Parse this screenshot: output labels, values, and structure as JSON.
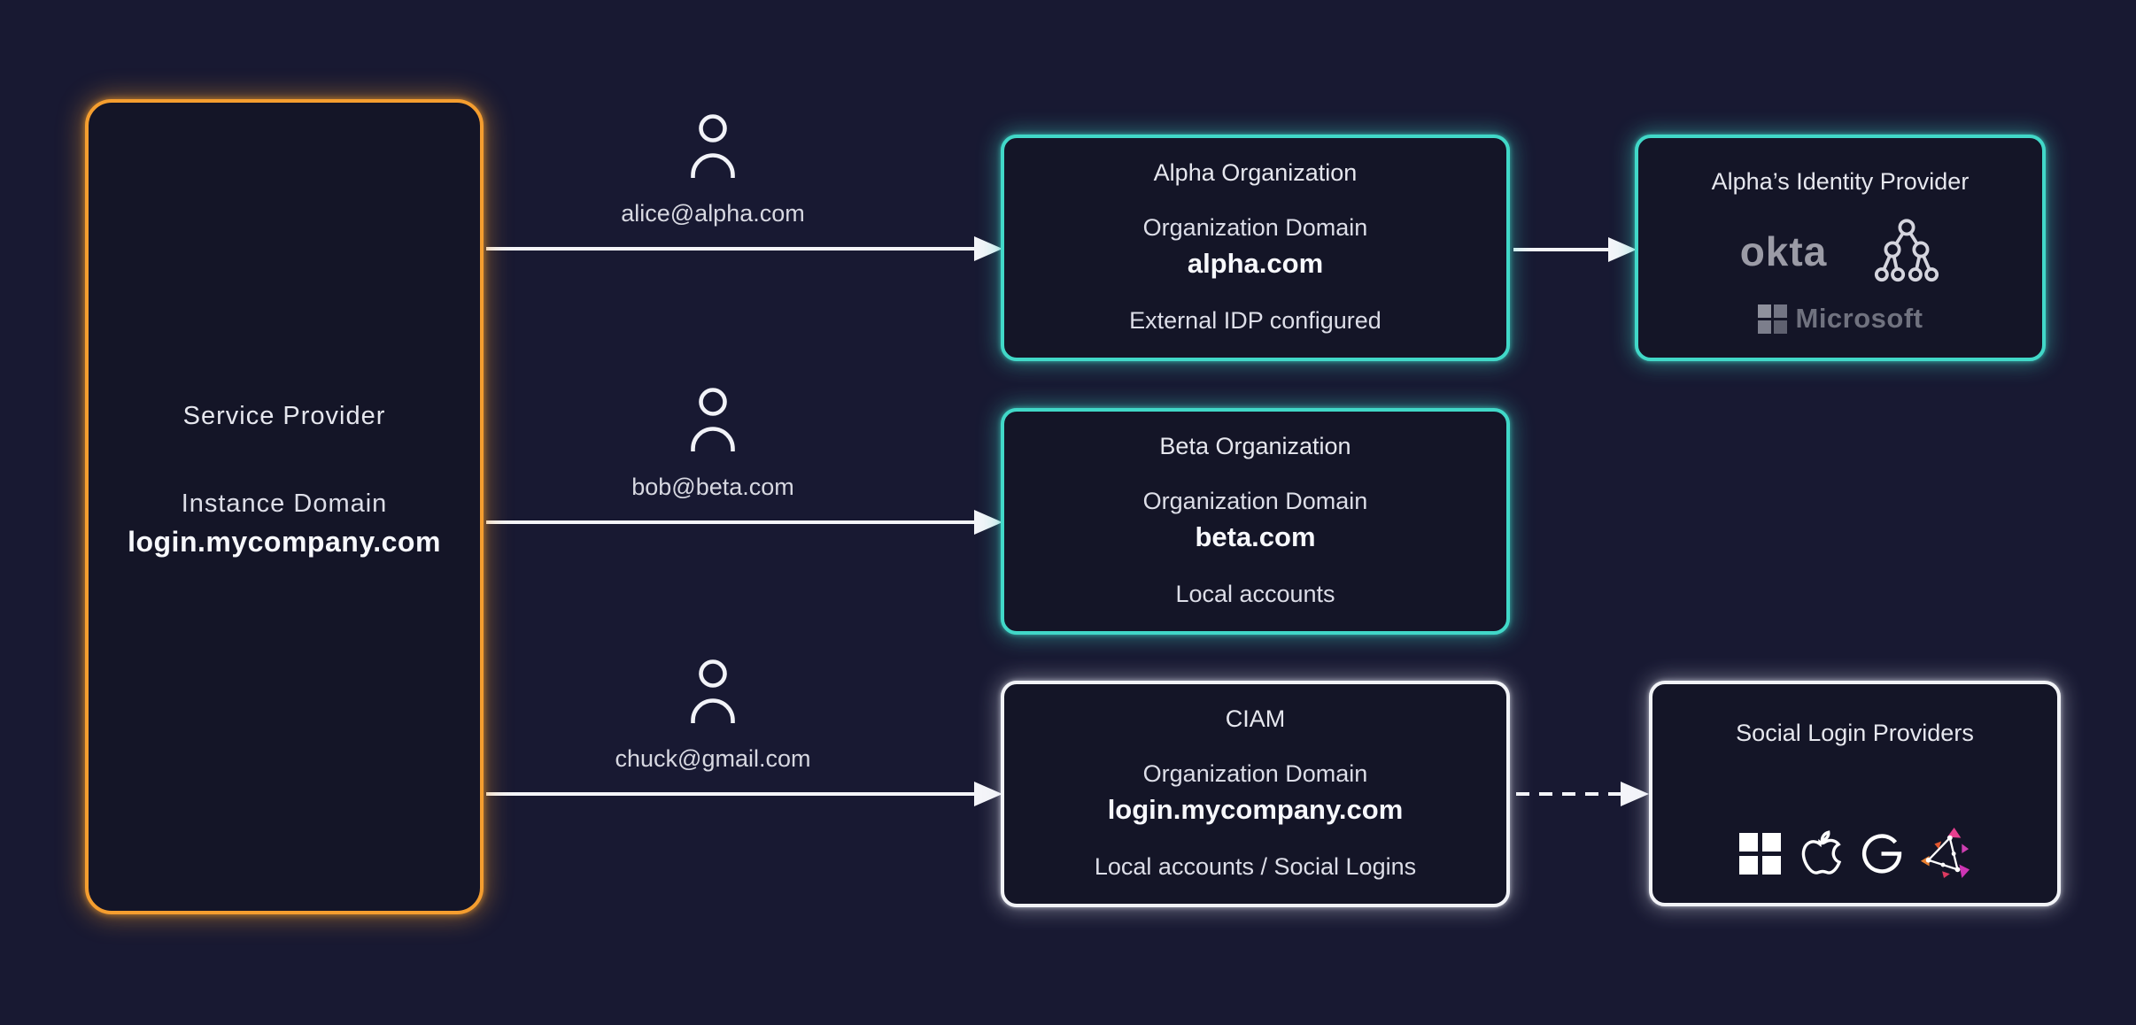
{
  "service_provider": {
    "title": "Service Provider",
    "domain_label": "Instance Domain",
    "domain": "login.mycompany.com"
  },
  "users": [
    {
      "email": "alice@alpha.com"
    },
    {
      "email": "bob@beta.com"
    },
    {
      "email": "chuck@gmail.com"
    }
  ],
  "organizations": [
    {
      "title": "Alpha Organization",
      "domain_label": "Organization Domain",
      "domain": "alpha.com",
      "note": "External IDP configured",
      "border_color": "#41D8C8"
    },
    {
      "title": "Beta Organization",
      "domain_label": "Organization Domain",
      "domain": "beta.com",
      "note": "Local accounts",
      "border_color": "#41D8C8"
    },
    {
      "title": "CIAM",
      "domain_label": "Organization Domain",
      "domain": "login.mycompany.com",
      "note": "Local accounts / Social Logins",
      "border_color": "#F2F3F7"
    }
  ],
  "identity_provider": {
    "title": "Alpha’s Identity Provider",
    "okta_label": "okta",
    "microsoft_label": "Microsoft",
    "icons": [
      "okta-wordmark",
      "directory-tree-icon",
      "microsoft-logo"
    ],
    "border_color": "#41D8C8"
  },
  "social_providers": {
    "title": "Social Login Providers",
    "icons": [
      "microsoft-icon",
      "apple-icon",
      "google-icon",
      "triangle-arrows-icon"
    ],
    "border_color": "#F2F3F7"
  },
  "connections": [
    {
      "from": "service-provider",
      "to": "alpha-organization",
      "style": "solid"
    },
    {
      "from": "service-provider",
      "to": "beta-organization",
      "style": "solid"
    },
    {
      "from": "service-provider",
      "to": "ciam",
      "style": "solid"
    },
    {
      "from": "alpha-organization",
      "to": "alphas-identity-provider",
      "style": "solid"
    },
    {
      "from": "ciam",
      "to": "social-login-providers",
      "style": "dashed"
    }
  ],
  "colors": {
    "background": "#181932",
    "box_fill": "#141527",
    "teal_border": "#41D8C8",
    "white_border": "#F2F3F7",
    "orange_border": "#F59E2F",
    "arrow": "#F4F5F9",
    "text_primary": "#E4E5EC",
    "text_bold": "#F7F8FC",
    "logo_gray": "#9B9BA6",
    "microsoft_gray": "#70727F"
  }
}
